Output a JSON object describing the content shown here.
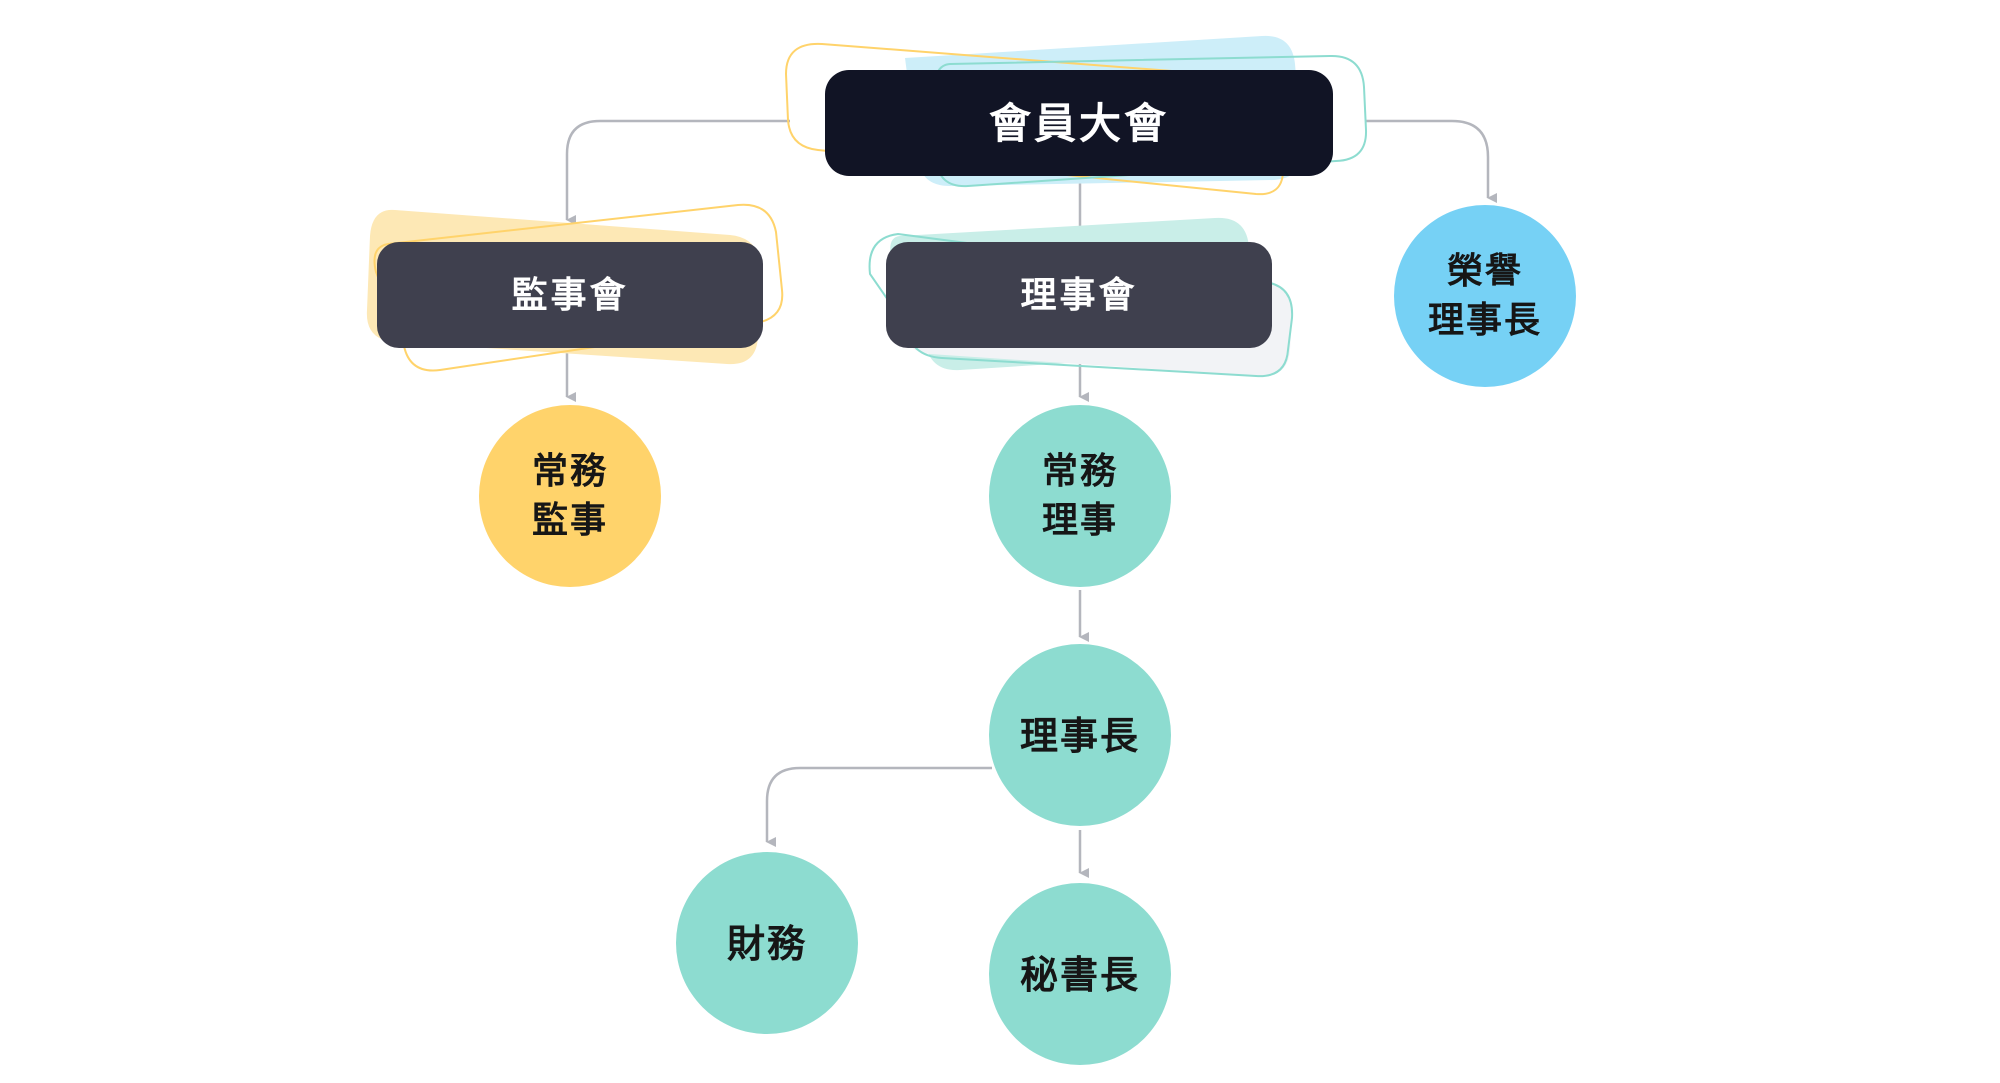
{
  "colors": {
    "root_fill": "#111425",
    "box_fill": "#3f404e",
    "connector": "#b4b6bd",
    "yellow": "#ffd36b",
    "yellow_light": "#fde8b5",
    "teal": "#8ddcd0",
    "teal_light": "#c9eee8",
    "blue": "#76d1f5",
    "blue_light": "#cdeef9",
    "gray_light": "#f2f3f6",
    "text_light": "#ffffff",
    "text_dark": "#161616"
  },
  "nodes": {
    "general_assembly": {
      "label": "會員大會"
    },
    "supervisors_board": {
      "label": "監事會"
    },
    "directors_board": {
      "label": "理事會"
    },
    "honorary_chairman": {
      "label": [
        "榮譽",
        "理事長"
      ]
    },
    "standing_supervisor": {
      "label": [
        "常務",
        "監事"
      ]
    },
    "standing_director": {
      "label": [
        "常務",
        "理事"
      ]
    },
    "chairman": {
      "label": "理事長"
    },
    "finance": {
      "label": "財務"
    },
    "secretary_general": {
      "label": "秘書長"
    }
  }
}
